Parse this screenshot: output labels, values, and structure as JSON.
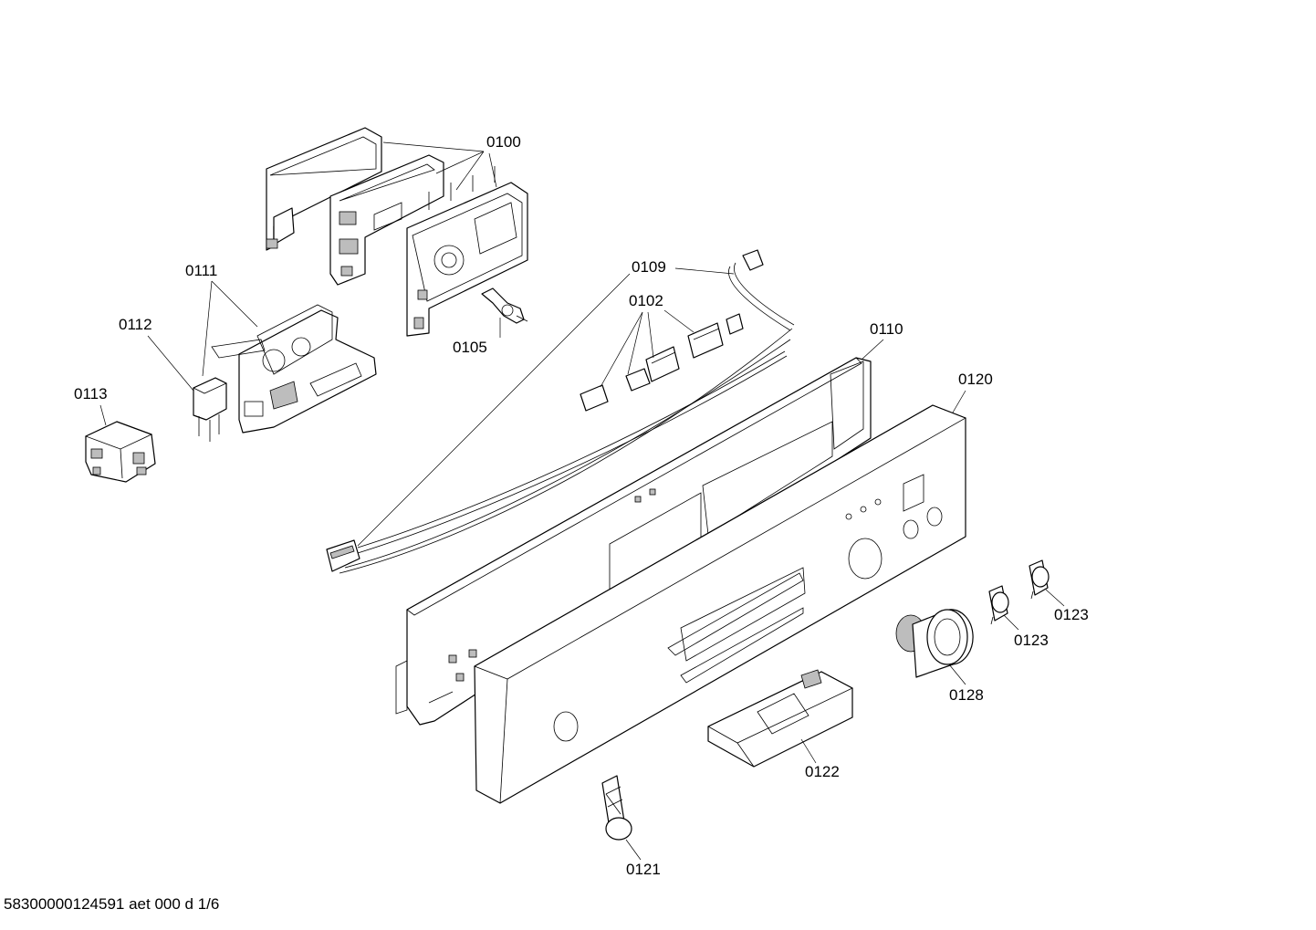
{
  "document_code": "58300000124591 aet 000 d 1/6",
  "part_labels": {
    "p0100": "0100",
    "p0111": "0111",
    "p0112": "0112",
    "p0113": "0113",
    "p0109": "0109",
    "p0102": "0102",
    "p0105": "0105",
    "p0110": "0110",
    "p0120": "0120",
    "p0123a": "0123",
    "p0123b": "0123",
    "p0128": "0128",
    "p0122": "0122",
    "p0121": "0121"
  }
}
